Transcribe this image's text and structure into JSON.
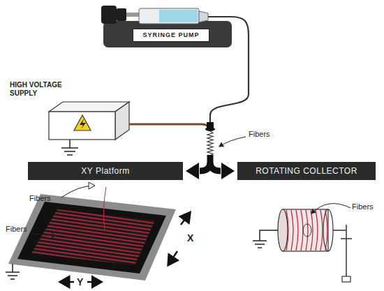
{
  "diagram": {
    "nodes": [
      {
        "text": [
          "SYRINGE PUMP"
        ]
      },
      {
        "text": [
          "HIGH VOLTAGE SUPPLY"
        ]
      },
      {
        "text": [
          "XY Platform"
        ]
      },
      {
        "text": [
          "ROTATING COLLECTOR"
        ]
      }
    ],
    "labels": [
      "Fibers",
      "Fibers",
      "Fibers",
      "X",
      "Y",
      "Fibers"
    ]
  }
}
